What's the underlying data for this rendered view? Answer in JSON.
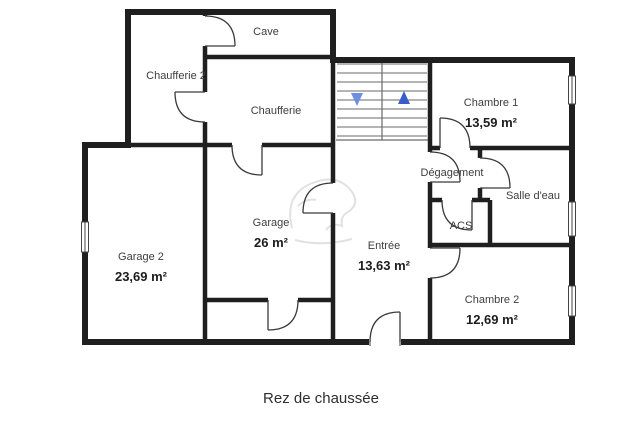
{
  "plan": {
    "caption": "Rez de chaussée",
    "rooms": [
      {
        "name": "Cave"
      },
      {
        "name": "Chaufferie 2"
      },
      {
        "name": "Chaufferie"
      },
      {
        "name": "Chambre 1",
        "area": "13,59 m²"
      },
      {
        "name": "Dégagement"
      },
      {
        "name": "Salle d'eau"
      },
      {
        "name": "ACS"
      },
      {
        "name": "Garage",
        "area": "26 m²"
      },
      {
        "name": "Entrée",
        "area": "13,63 m²"
      },
      {
        "name": "Garage 2",
        "area": "23,69 m²"
      },
      {
        "name": "Chambre 2",
        "area": "12,69 m²"
      }
    ],
    "colors": {
      "wall": "#1f1f1f",
      "stairs_down_arrow": "#6e8fdd",
      "stairs_up_arrow": "#3a5ec9"
    }
  }
}
